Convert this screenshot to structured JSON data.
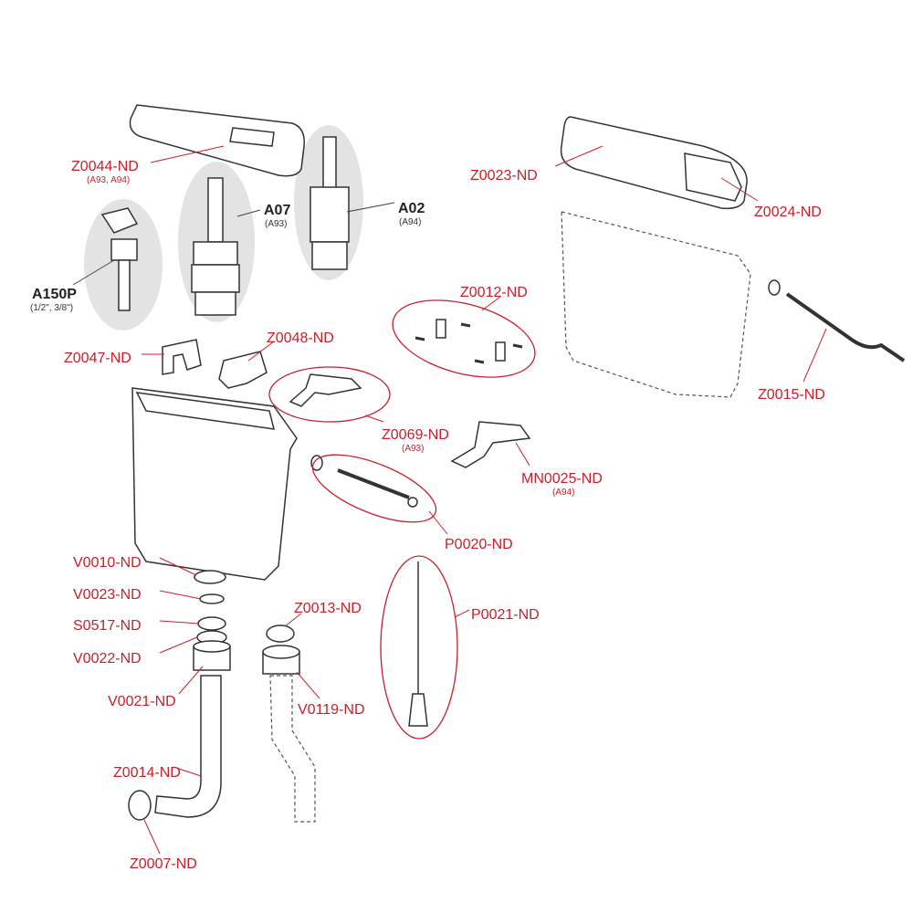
{
  "title": "Cistern spare parts diagram",
  "colors": {
    "label": "#c8202a",
    "highlight": "#e3e3e3",
    "line": "#333333"
  },
  "parts": {
    "z0044": {
      "code": "Z0044-ND",
      "note": "(A93, A94)"
    },
    "a07": {
      "code": "A07",
      "note": "(A93)"
    },
    "a02": {
      "code": "A02",
      "note": "(A94)"
    },
    "a150p": {
      "code": "A150P",
      "note": "(1/2\", 3/8\")"
    },
    "z0023": {
      "code": "Z0023-ND"
    },
    "z0024": {
      "code": "Z0024-ND"
    },
    "z0012": {
      "code": "Z0012-ND"
    },
    "z0047": {
      "code": "Z0047-ND"
    },
    "z0048": {
      "code": "Z0048-ND"
    },
    "z0069": {
      "code": "Z0069-ND",
      "note": "(A93)"
    },
    "mn0025": {
      "code": "MN0025-ND",
      "note": "(A94)"
    },
    "z0015": {
      "code": "Z0015-ND"
    },
    "p0020": {
      "code": "P0020-ND"
    },
    "v0010": {
      "code": "V0010-ND"
    },
    "v0023": {
      "code": "V0023-ND"
    },
    "s0517": {
      "code": "S0517-ND"
    },
    "v0022": {
      "code": "V0022-ND"
    },
    "v0021": {
      "code": "V0021-ND"
    },
    "z0014": {
      "code": "Z0014-ND"
    },
    "z0007": {
      "code": "Z0007-ND"
    },
    "z0013": {
      "code": "Z0013-ND"
    },
    "v0119": {
      "code": "V0119-ND"
    },
    "p0021": {
      "code": "P0021-ND"
    }
  }
}
